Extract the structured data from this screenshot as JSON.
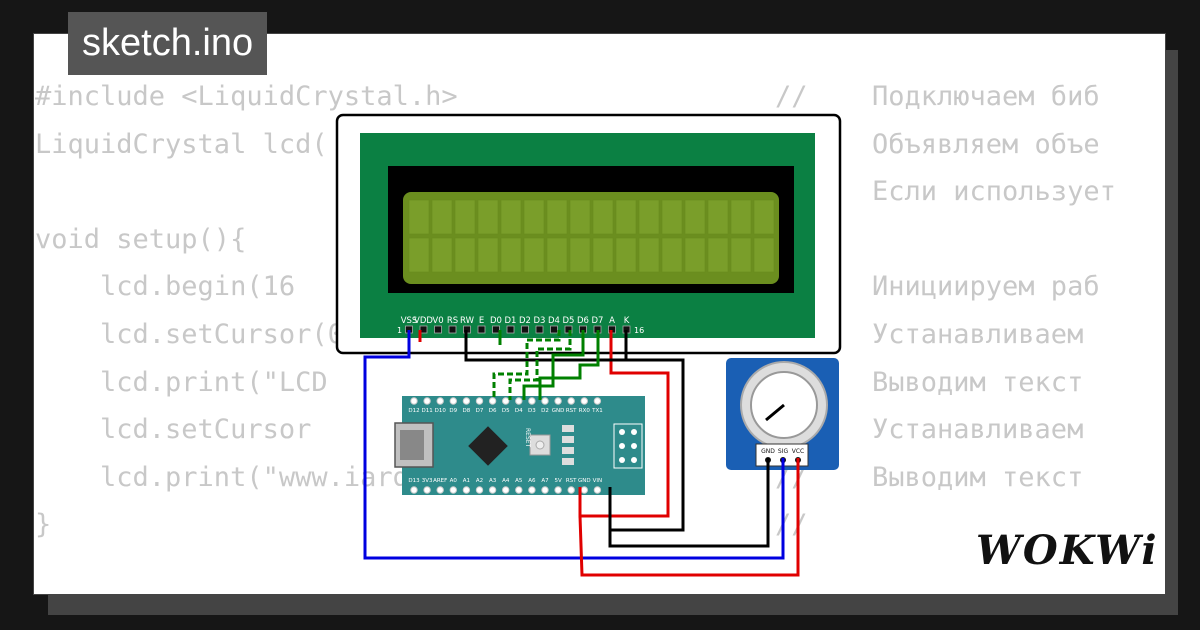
{
  "tab": {
    "label": "sketch.ino"
  },
  "code": {
    "lines": [
      "#include <LiquidCrystal.h>",
      "LiquidCrystal lcd(",
      "",
      "void setup(){",
      "    lcd.begin(16",
      "    lcd.setCursor(0, 0);",
      "    lcd.print(\"LCD",
      "    lcd.setCursor",
      "    lcd.print(\"www.iarduino.ru\");",
      "}"
    ],
    "comment_marks": [
      "//",
      "//",
      "//",
      "//",
      "//",
      "//",
      "//",
      "//",
      "//",
      "//"
    ],
    "comments": [
      "Подключаем биб",
      "Объявляем объе",
      "Если использует",
      "",
      "Инициируем раб",
      "Устанавливаем",
      "Выводим текст",
      "Устанавливаем",
      "Выводим текст",
      ""
    ]
  },
  "lcd": {
    "pin_labels": [
      "VSS",
      "VDD",
      "V0",
      "RS",
      "RW",
      "E",
      "D0",
      "D1",
      "D2",
      "D3",
      "D4",
      "D5",
      "D6",
      "D7",
      "A",
      "K"
    ],
    "pin_first": "1",
    "pin_last": "16"
  },
  "pot": {
    "pins": [
      "GND",
      "SIG",
      "VCC"
    ]
  },
  "nano": {
    "top_pins": [
      "D12",
      "D11",
      "D10",
      "D9",
      "D8",
      "D7",
      "D6",
      "D5",
      "D4",
      "D3",
      "D2",
      "GND",
      "RST",
      "RX0",
      "TX1"
    ],
    "bottom_pins": [
      "D13",
      "3V3",
      "AREF",
      "A0",
      "A1",
      "A2",
      "A3",
      "A4",
      "A5",
      "A6",
      "A7",
      "5V",
      "RST",
      "GND",
      "VIN"
    ],
    "reset_label": "RESET"
  },
  "logo": {
    "text": "WOKWi"
  },
  "colors": {
    "lcd_board": "#0b8043",
    "lcd_screen": "#6b8e1f",
    "nano_board": "#2e8b8b",
    "wire_black": "#000000",
    "wire_red": "#e00000",
    "wire_blue": "#0000e0",
    "wire_green": "#008000"
  }
}
